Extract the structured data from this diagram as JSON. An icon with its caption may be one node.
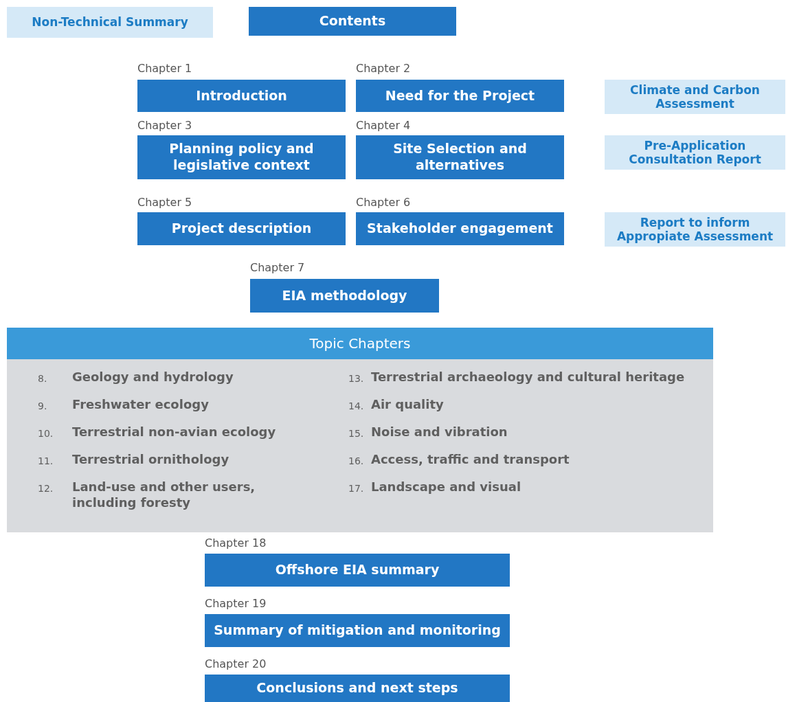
{
  "diagram": {
    "nodes": [
      {
        "text": [
          "Non-Technical Summary"
        ]
      },
      {
        "text": [
          "Contents"
        ]
      },
      {
        "text": [
          "Chapter 1",
          "Introduction"
        ]
      },
      {
        "text": [
          "Chapter 2",
          "Need for the Project"
        ]
      },
      {
        "text": [
          "Climate and Carbon Assessment"
        ]
      },
      {
        "text": [
          "Chapter 3",
          "Planning policy and legislative context"
        ]
      },
      {
        "text": [
          "Chapter 4",
          "Site Selection and alternatives"
        ]
      },
      {
        "text": [
          "Pre-Application Consultation Report"
        ]
      },
      {
        "text": [
          "Chapter 5",
          "Project description"
        ]
      },
      {
        "text": [
          "Chapter 6",
          "Stakeholder engagement"
        ]
      },
      {
        "text": [
          "Report to inform Appropiate Assessment"
        ]
      },
      {
        "text": [
          "Chapter 7",
          "EIA methodology"
        ]
      },
      {
        "text": [
          "Topic Chapters"
        ]
      },
      {
        "text": [
          "Chapter 18",
          "Offshore EIA summary"
        ]
      },
      {
        "text": [
          "Chapter 19",
          "Summary of mitigation and monitoring"
        ]
      },
      {
        "text": [
          "Chapter 20",
          "Conclusions and next steps"
        ]
      }
    ],
    "labels": [
      "8.",
      "Geology and hydrology",
      "13.",
      "Terrestrial archaeology and cultural heritage",
      "9.",
      "Freshwater ecology",
      "14.",
      "Air quality",
      "10.",
      "Terrestrial non-avian ecology",
      "15.",
      "Noise and vibration",
      "11.",
      "Terrestrial ornithology",
      "16.",
      "Access, traffic and transport",
      "12.",
      "Land-use and other users, including foresty",
      "17.",
      "Landscape and visual"
    ]
  }
}
